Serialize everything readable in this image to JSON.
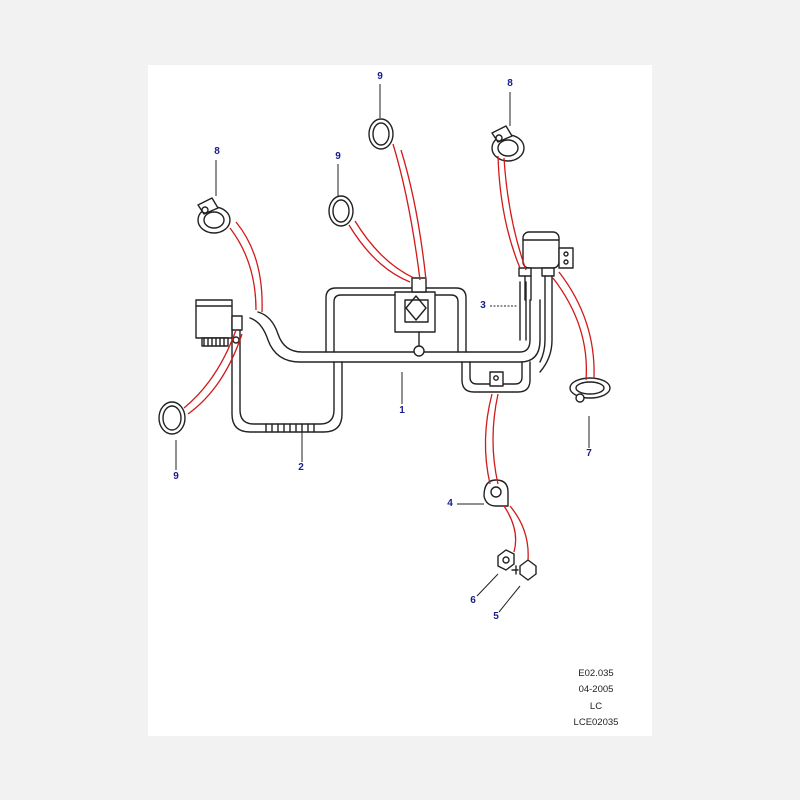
{
  "callouts": [
    {
      "id": "c1",
      "label": "1"
    },
    {
      "id": "c2",
      "label": "2"
    },
    {
      "id": "c3",
      "label": "3"
    },
    {
      "id": "c4",
      "label": "4"
    },
    {
      "id": "c5",
      "label": "5"
    },
    {
      "id": "c6",
      "label": "6"
    },
    {
      "id": "c7",
      "label": "7"
    },
    {
      "id": "c8a",
      "label": "8"
    },
    {
      "id": "c8b",
      "label": "8"
    },
    {
      "id": "c9a",
      "label": "9"
    },
    {
      "id": "c9b",
      "label": "9"
    },
    {
      "id": "c9c",
      "label": "9"
    }
  ],
  "reference": {
    "figure_code": "E02.035",
    "date": "04-2005",
    "tag": "LC",
    "drawing_id": "LCE02035"
  },
  "colors": {
    "outline": "#222222",
    "leader_red": "#d11a1a",
    "callout_text": "#1a1a8c",
    "background": "#f2f2f2",
    "sheet": "#ffffff"
  }
}
